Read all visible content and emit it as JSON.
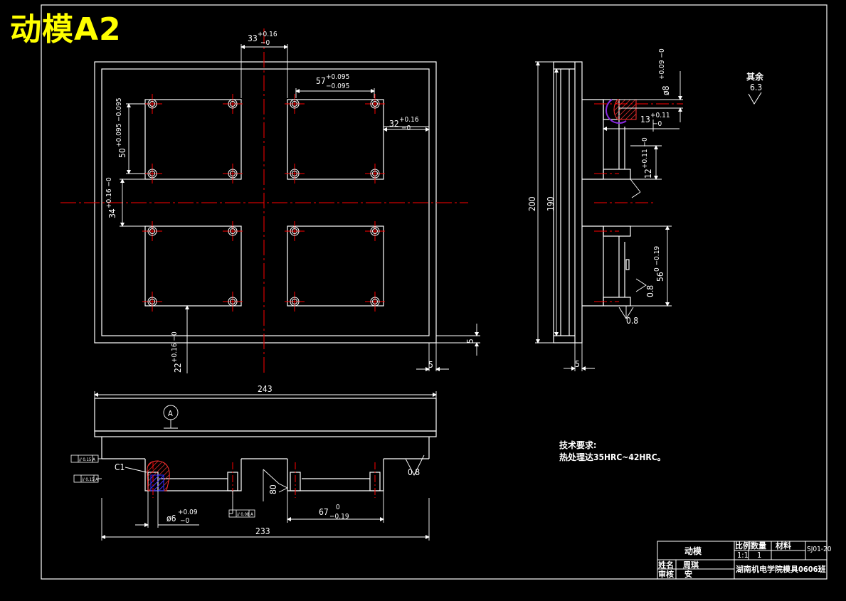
{
  "drawing_title": "动模A2",
  "colors": {
    "background": "#000000",
    "outline": "#ffffff",
    "centerline": "#ff0000",
    "dimension": "#ffffff",
    "title": "#ffff00",
    "hatch": "#2a2aff",
    "highlight": "#8a2be2"
  },
  "front_view": {
    "dim_top_center": "33",
    "dim_top_center_tol_upper": "+0.16",
    "dim_top_center_tol_lower": "−0",
    "dim_pocket_width": "57",
    "dim_pocket_width_tol_upper": "+0.095",
    "dim_pocket_width_tol_lower": "−0.095",
    "dim_right_offset": "32",
    "dim_right_offset_tol_upper": "+0.16",
    "dim_right_offset_tol_lower": "−0",
    "dim_pocket_height": "50",
    "dim_pocket_height_tol": "+0.095 −0.095",
    "dim_mid_offset": "34",
    "dim_mid_offset_tol": "+0.16 −0",
    "dim_bottom_offset": "22",
    "dim_bottom_offset_tol": "+0.16 −0",
    "dim_margin_right": "5",
    "dim_margin_bottom": "5"
  },
  "side_view": {
    "dim_total_height": "200",
    "dim_inner_height": "190",
    "dim_hole_dia": "ø8",
    "dim_hole_dia_tol": "+0.09 −0",
    "dim_depth": "13",
    "dim_depth_tol_upper": "+0.11",
    "dim_depth_tol_lower": "−0",
    "dim_recess": "12",
    "dim_recess_tol": "+0.11 −0",
    "dim_pocket": "56",
    "dim_pocket_tol": "0 −0.19",
    "dim_thickness": "5",
    "roughness_side": "0.8",
    "roughness_bottom": "0.8"
  },
  "roughness_other": {
    "label": "其余",
    "value": "6.3"
  },
  "section_view": {
    "dim_total_width": "243",
    "datum_label": "A",
    "chamfer_label": "C1",
    "dim_pin_dia": "ø6",
    "dim_pin_dia_tol_upper": "+0.09",
    "dim_pin_dia_tol_lower": "−0",
    "dim_pocket_width": "67",
    "dim_pocket_width_tol_upper": "0",
    "dim_pocket_width_tol_lower": "−0.19",
    "dim_lower_width": "233",
    "roughness_right": "0.8",
    "roughness_pocket": "80",
    "gdt_1": "// 0.15 A",
    "gdt_2": "// 0.15 A",
    "gdt_3": "// 0.08 A"
  },
  "technical_requirements": {
    "heading": "技术要求:",
    "line_1": "热处理达35HRC~42HRC。"
  },
  "title_block": {
    "part_name": "动模",
    "scale_label": "比例",
    "qty_label": "数量",
    "material_label": "材料",
    "drawing_no": "SJ01-20",
    "scale_value": "1:1",
    "qty_value": "1",
    "name_label": "姓名",
    "name_value": "周琪",
    "review_label": "审核",
    "review_value": "安",
    "school": "湖南机电学院模具0606班"
  }
}
